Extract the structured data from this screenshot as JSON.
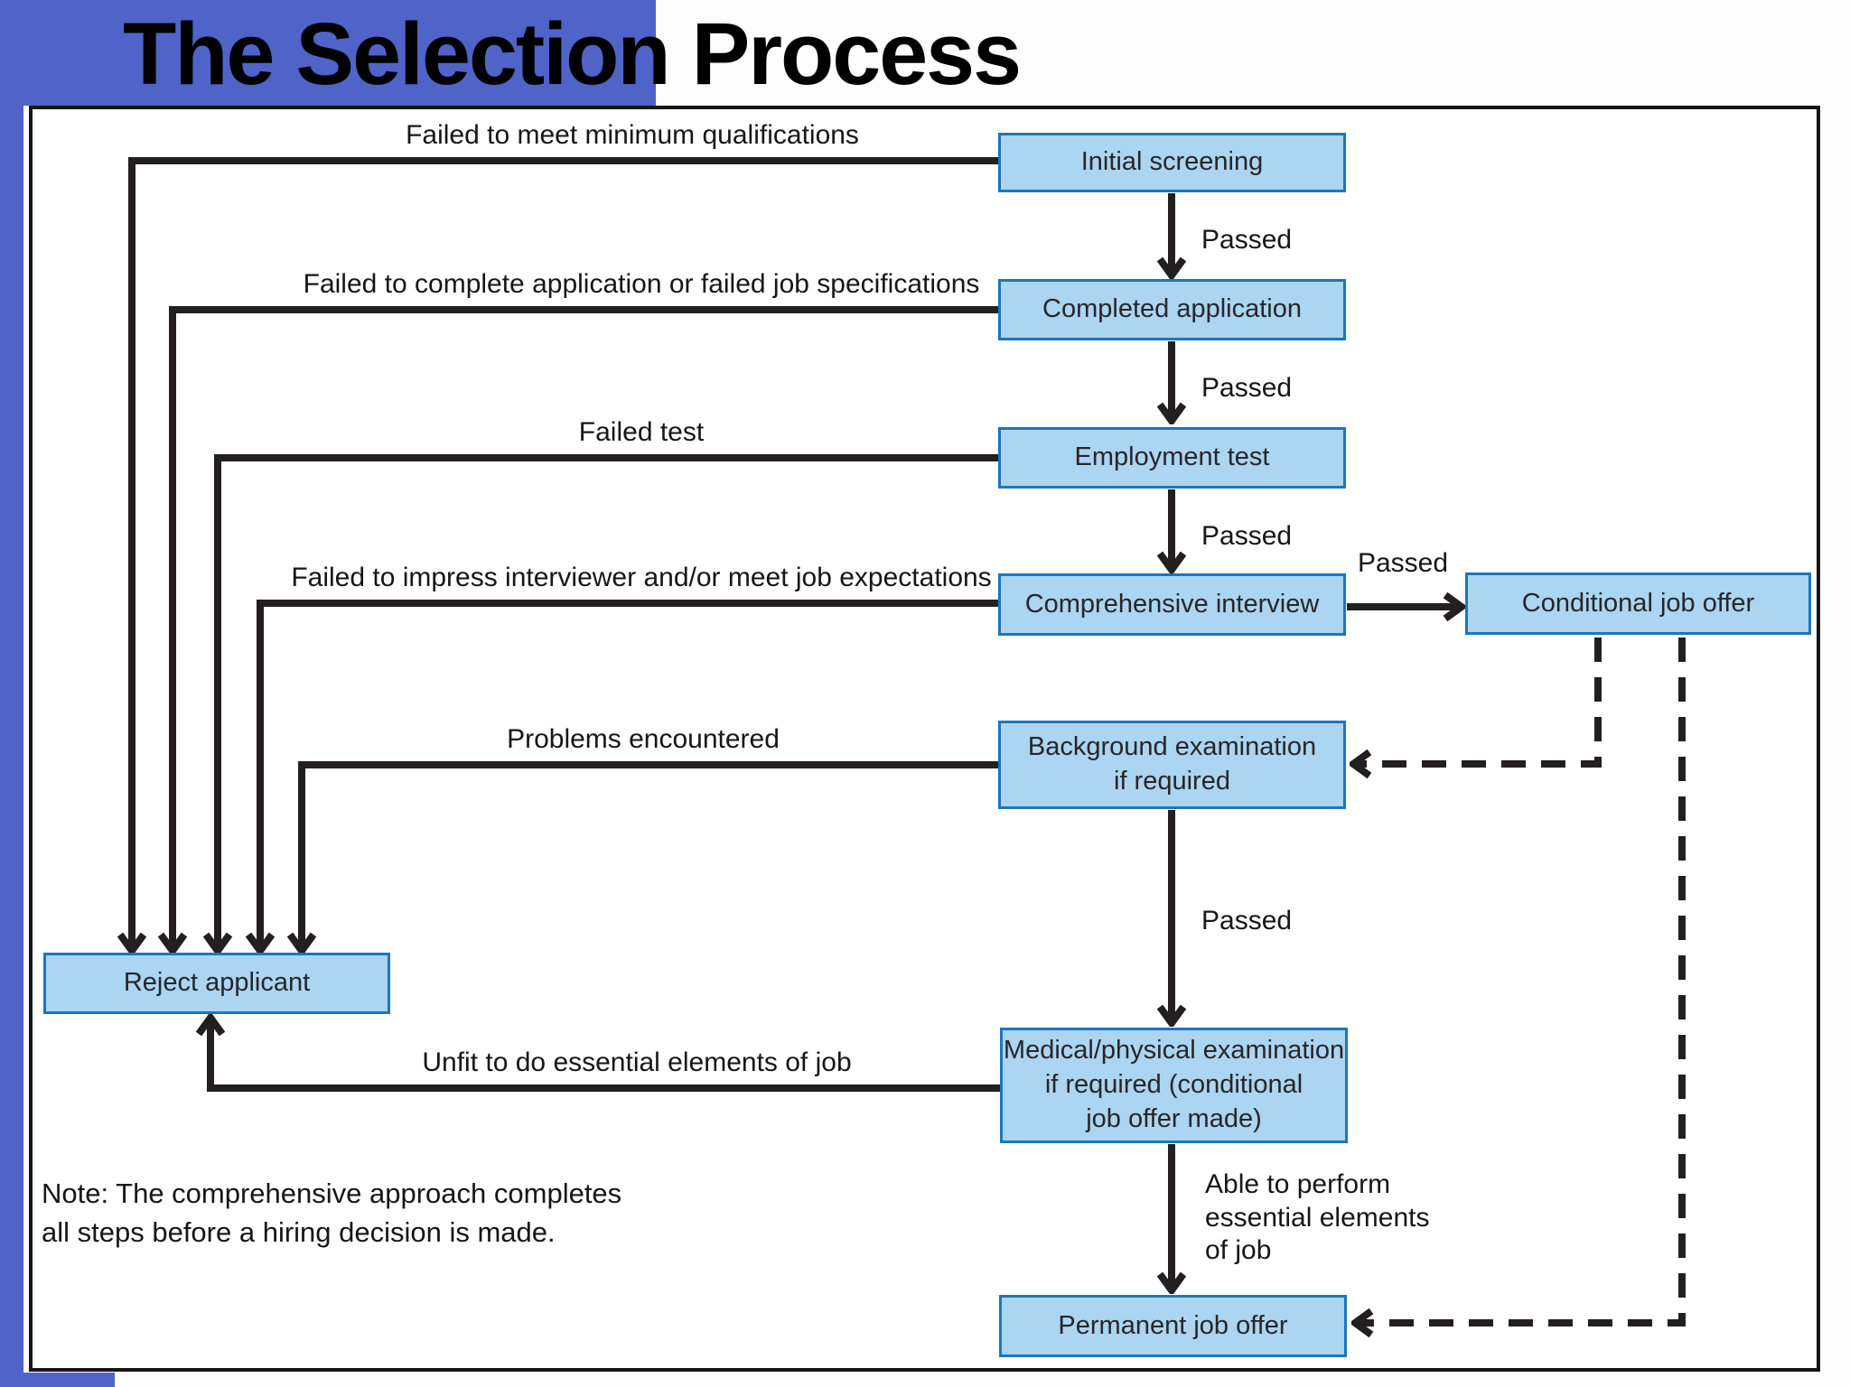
{
  "slide": {
    "title": "The Selection Process",
    "note": "Note: The comprehensive approach completes\nall steps before a hiring decision is made."
  },
  "colors": {
    "accent_blue": "#5063c8",
    "box_fill": "#abd5f0",
    "box_border": "#1c76bd",
    "line_black": "#231f20",
    "frame_border": "#161616"
  },
  "boxes": {
    "initial_screening": "Initial screening",
    "completed_application": "Completed application",
    "employment_test": "Employment test",
    "comprehensive_interview": "Comprehensive interview",
    "conditional_job_offer": "Conditional job offer",
    "background_examination": "Background examination\nif required",
    "medical_examination": "Medical/physical examination\nif required (conditional\njob offer made)",
    "permanent_job_offer": "Permanent job offer",
    "reject_applicant": "Reject applicant"
  },
  "edge_labels": {
    "passed": "Passed",
    "able_to_perform": "Able to perform\nessential elements\nof job",
    "fail_initial": "Failed to meet minimum qualifications",
    "fail_application": "Failed to complete application or failed job specifications",
    "fail_test": "Failed test",
    "fail_interview": "Failed to impress interviewer and/or meet job expectations",
    "fail_background": "Problems encountered",
    "fail_medical": "Unfit to do essential elements of job"
  }
}
